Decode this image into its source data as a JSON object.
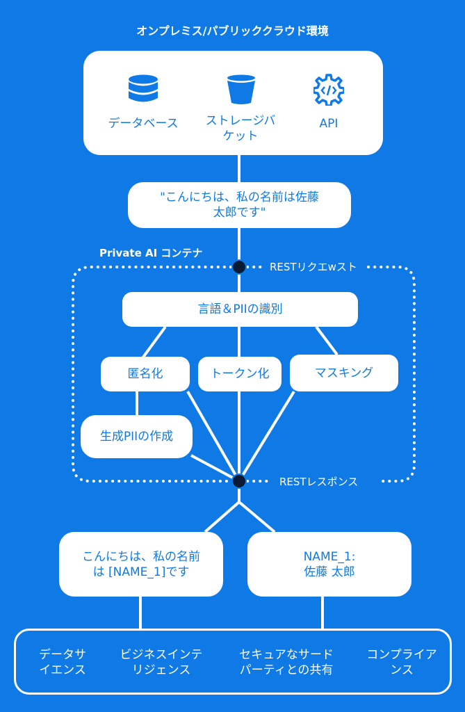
{
  "top_title": "オンプレミス/パブリッククラウド環境",
  "sources": {
    "database": {
      "label": "データベース",
      "icon": "database-icon"
    },
    "bucket": {
      "label_line1": "ストレージバ",
      "label_line2": "ケット",
      "icon": "bucket-icon"
    },
    "api": {
      "label": "API",
      "icon": "api-gear-icon"
    }
  },
  "input_text": {
    "line1": "\"こんにちは、私の名前は佐藤",
    "line2": "太郎です\""
  },
  "container_title": "Private AI コンテナ",
  "rest_request": "RESTリクエwスト",
  "rest_response": "RESTレスポンス",
  "pii_box": "言語＆PIIの識別",
  "anonymize": "匿名化",
  "tokenize": "トークン化",
  "masking": "マスキング",
  "synthetic": "生成PIIの作成",
  "output_left": {
    "line1": "こんにちは、私の名前",
    "line2": "は [NAME_1]です"
  },
  "output_right": {
    "line1": "NAME_1:",
    "line2": "佐藤 太郎"
  },
  "uses": [
    {
      "line1": "データサ",
      "line2": "イエンス"
    },
    {
      "line1": "ビジネスインテ",
      "line2": "リジェンス"
    },
    {
      "line1": "セキュアなサード",
      "line2": "パーティとの共有"
    },
    {
      "line1": "コンプライア",
      "line2": "ンス"
    }
  ],
  "colors": {
    "background": "#0f7ae5",
    "box": "#ffffff",
    "node": "#0a1a33"
  }
}
